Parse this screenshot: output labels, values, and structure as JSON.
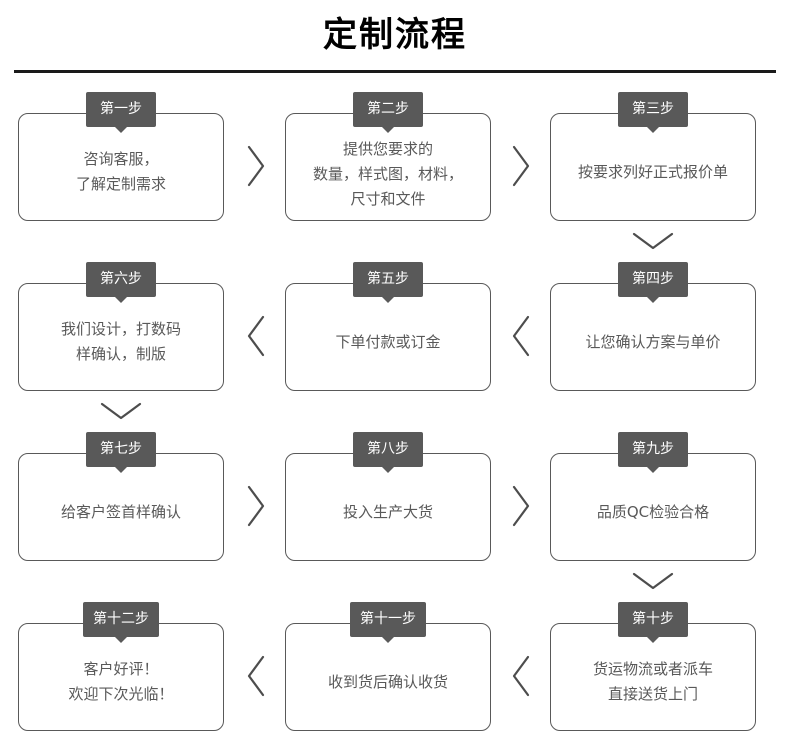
{
  "header": {
    "title": "定制流程"
  },
  "flow": {
    "accent_color": "#595959",
    "text_color": "#595959",
    "border_color": "#595959",
    "badge_text_color": "#ffffff",
    "background_color": "#ffffff",
    "steps": [
      {
        "badge": "第一步",
        "lines": [
          "咨询客服，",
          "了解定制需求"
        ]
      },
      {
        "badge": "第二步",
        "lines": [
          "提供您要求的",
          "数量，样式图，材料，",
          "尺寸和文件"
        ]
      },
      {
        "badge": "第三步",
        "lines": [
          "按要求列好正式报价单"
        ]
      },
      {
        "badge": "第四步",
        "lines": [
          "让您确认方案与单价"
        ]
      },
      {
        "badge": "第五步",
        "lines": [
          "下单付款或订金"
        ]
      },
      {
        "badge": "第六步",
        "lines": [
          "我们设计，打数码",
          "样确认，制版"
        ]
      },
      {
        "badge": "第七步",
        "lines": [
          "给客户签首样确认"
        ]
      },
      {
        "badge": "第八步",
        "lines": [
          "投入生产大货"
        ]
      },
      {
        "badge": "第九步",
        "lines": [
          "品质QC检验合格"
        ]
      },
      {
        "badge": "第十步",
        "lines": [
          "货运物流或者派车",
          "直接送货上门"
        ]
      },
      {
        "badge": "第十一步",
        "lines": [
          "收到货后确认收货"
        ]
      },
      {
        "badge": "第十二步",
        "lines": [
          "客户好评！",
          "欢迎下次光临！"
        ]
      }
    ],
    "connectors": [
      {
        "name": "connector-step1-to-step2",
        "direction": "right"
      },
      {
        "name": "connector-step2-to-step3",
        "direction": "right"
      },
      {
        "name": "connector-step3-to-step4",
        "direction": "down"
      },
      {
        "name": "connector-step4-to-step5",
        "direction": "left"
      },
      {
        "name": "connector-step5-to-step6",
        "direction": "left"
      },
      {
        "name": "connector-step6-to-step7",
        "direction": "down"
      },
      {
        "name": "connector-step7-to-step8",
        "direction": "right"
      },
      {
        "name": "connector-step8-to-step9",
        "direction": "right"
      },
      {
        "name": "connector-step9-to-step10",
        "direction": "down"
      },
      {
        "name": "connector-step10-to-step11",
        "direction": "left"
      },
      {
        "name": "connector-step11-to-step12",
        "direction": "left"
      }
    ]
  }
}
